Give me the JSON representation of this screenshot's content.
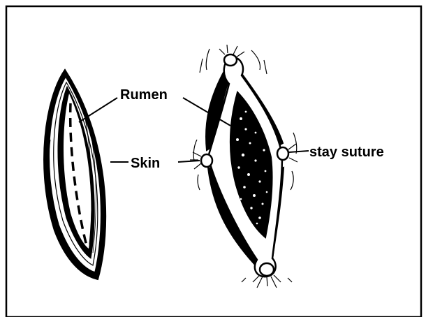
{
  "labels": {
    "rumen": "Rumen",
    "skin": "Skin",
    "stay_suture": "stay suture"
  },
  "colors": {
    "ink": "#000000",
    "paper": "#ffffff"
  }
}
